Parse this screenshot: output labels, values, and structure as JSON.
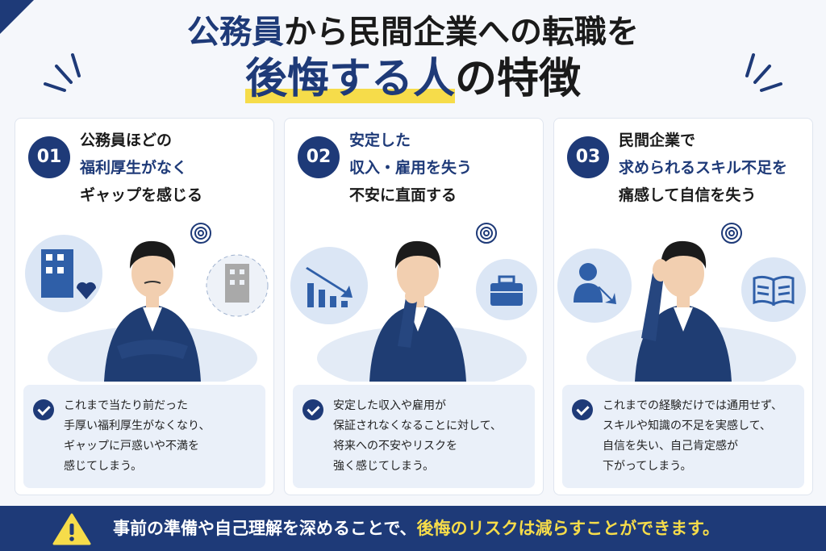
{
  "title": {
    "line1_part1": "公務員",
    "line1_part2": "から民間企業への転職を",
    "line2_part1": "後悔する人",
    "line2_part2": "の特徴"
  },
  "cards": [
    {
      "num": "01",
      "head_line1": "公務員ほどの",
      "head_line2": "福利厚生がなく",
      "head_line3": "ギャップを感じる",
      "desc": [
        "これまで当たり前だった",
        "手厚い福利厚生がなくなり、",
        "ギャップに戸惑いや不満を",
        "感じてしまう。"
      ]
    },
    {
      "num": "02",
      "head_line1": "安定した",
      "head_line2": "収入・雇用を失う",
      "head_line3": "不安に直面する",
      "desc": [
        "安定した収入や雇用が",
        "保証されなくなることに対して、",
        "将来への不安やリスクを",
        "強く感じてしまう。"
      ]
    },
    {
      "num": "03",
      "head_line1": "民間企業で",
      "head_line2": "求められるスキル不足を",
      "head_line3": "痛感して自信を失う",
      "desc": [
        "これまでの経験だけでは通用せず、",
        "スキルや知識の不足を実感して、",
        "自信を失い、自己肯定感が",
        "下がってしまう。"
      ]
    }
  ],
  "banner": {
    "part1": "事前の準備や自己理解を深めることで、",
    "part2": "後悔のリスクは減らすことができます。"
  },
  "colors": {
    "navy": "#1e3a78",
    "yellow": "#f6dc4a",
    "light_blue": "#eaf0f9"
  },
  "icons": {
    "card1": [
      "building-heart-icon",
      "hospital-building-icon",
      "worry-swirl-icon"
    ],
    "card2": [
      "declining-chart-icon",
      "briefcase-icon",
      "worry-swirl-icon"
    ],
    "card3": [
      "person-down-arrow-icon",
      "book-icon",
      "worry-swirl-icon"
    ],
    "banner": "warning-icon",
    "desc": "check-icon"
  }
}
